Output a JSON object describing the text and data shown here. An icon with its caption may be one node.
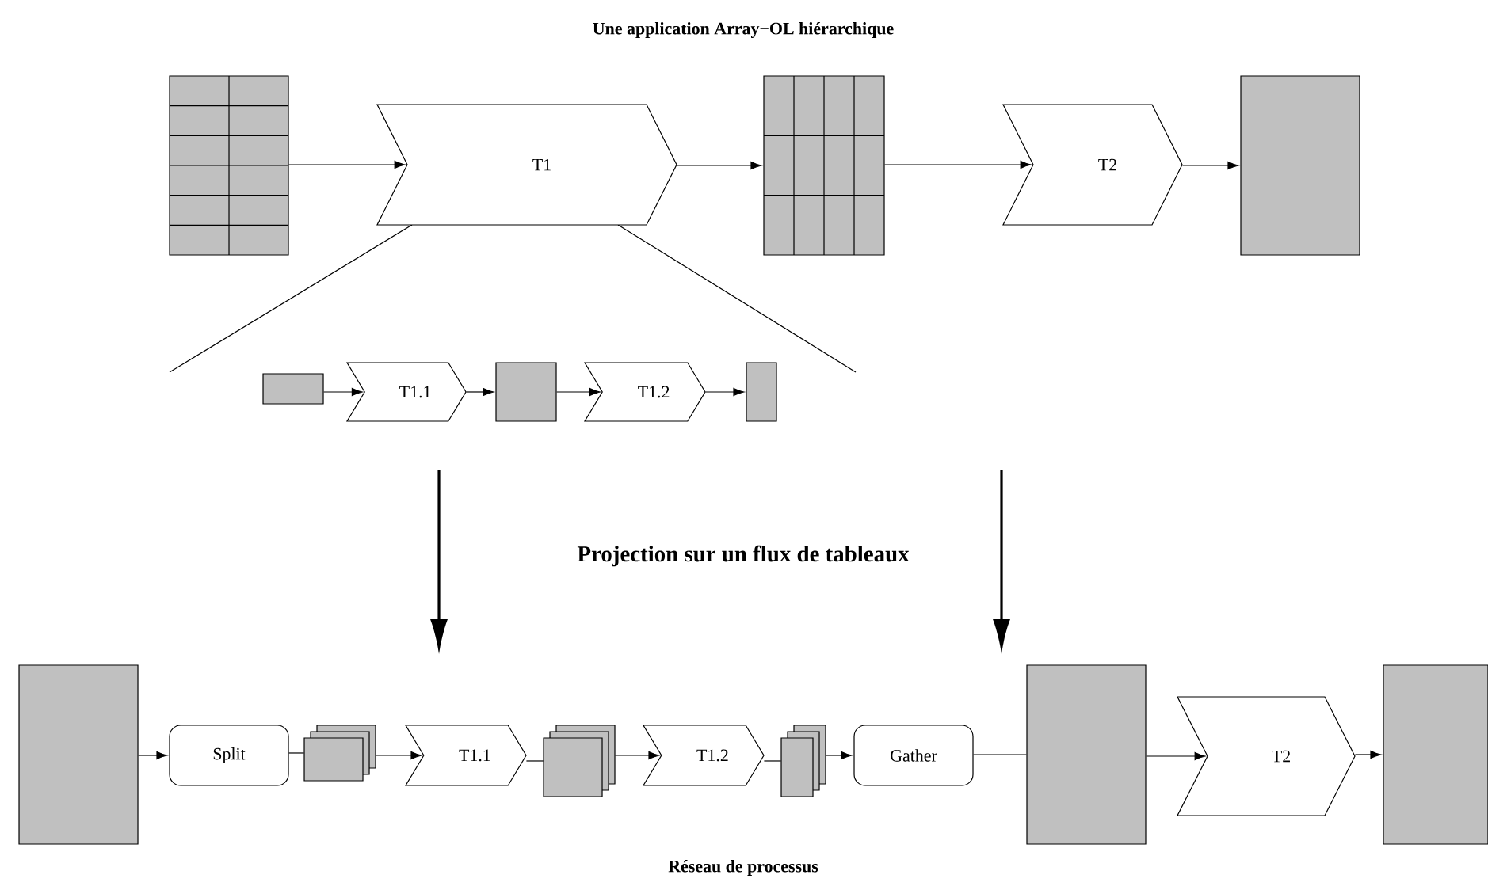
{
  "diagram": {
    "title": "Une application Array−OL hiérarchique",
    "caption": "Réseau de processus",
    "nodes": [
      {
        "text": [],
        "shape": "box"
      },
      {
        "text": [
          "T1"
        ]
      },
      {
        "text": [],
        "shape": "box"
      },
      {
        "text": [
          "T2"
        ]
      },
      {
        "text": [],
        "shape": "box"
      },
      {
        "text": [],
        "shape": "box"
      },
      {
        "text": [
          "T1.1"
        ]
      },
      {
        "text": [],
        "shape": "box"
      },
      {
        "text": [
          "T1.2"
        ]
      },
      {
        "text": [],
        "shape": "box"
      },
      {
        "text": [],
        "shape": "box"
      },
      {
        "text": [
          "Split"
        ]
      },
      {
        "text": [],
        "shape": "box"
      },
      {
        "text": [
          "T1.1"
        ]
      },
      {
        "text": [],
        "shape": "box"
      },
      {
        "text": [
          "T1.2"
        ]
      },
      {
        "text": [],
        "shape": "box"
      },
      {
        "text": [
          "Gather"
        ]
      },
      {
        "text": [],
        "shape": "box"
      },
      {
        "text": [
          "T2"
        ]
      },
      {
        "text": [],
        "shape": "box"
      }
    ],
    "edges": [
      {
        "from": 0,
        "to": 1,
        "arrow": "to"
      },
      {
        "from": 1,
        "to": 2,
        "arrow": "to"
      },
      {
        "from": 2,
        "to": 3,
        "arrow": "to"
      },
      {
        "from": 3,
        "to": 4,
        "arrow": "to"
      },
      {
        "from": 5,
        "to": 6,
        "arrow": "to"
      },
      {
        "from": 6,
        "to": 7,
        "arrow": "to"
      },
      {
        "from": 7,
        "to": 8,
        "arrow": "to"
      },
      {
        "from": 8,
        "to": 9,
        "arrow": "to"
      },
      {
        "from": 10,
        "to": 11,
        "arrow": "to"
      },
      {
        "from": 11,
        "to": 12,
        "arrow": "none"
      },
      {
        "from": 12,
        "to": 13,
        "arrow": "to"
      },
      {
        "from": 13,
        "to": 14,
        "arrow": "none"
      },
      {
        "from": 14,
        "to": 15,
        "arrow": "to"
      },
      {
        "from": 15,
        "to": 16,
        "arrow": "none"
      },
      {
        "from": 16,
        "to": 17,
        "arrow": "to"
      },
      {
        "from": 17,
        "to": 18,
        "arrow": "none"
      },
      {
        "from": 18,
        "to": 19,
        "arrow": "to"
      },
      {
        "from": 19,
        "to": 20,
        "arrow": "to"
      }
    ],
    "labels": [
      "Projection sur un flux de tableaux"
    ]
  }
}
